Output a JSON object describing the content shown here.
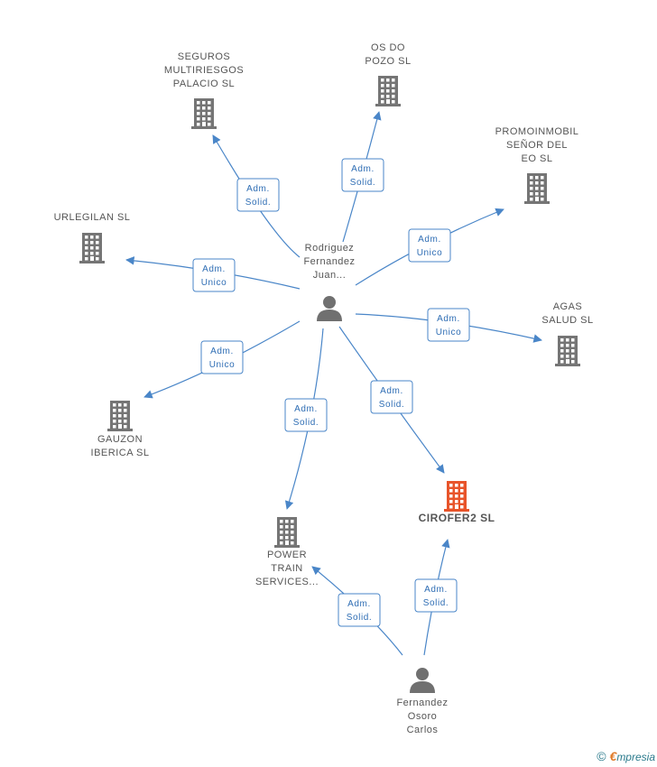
{
  "colors": {
    "edge": "#4a86c8",
    "edge_text": "#2e6db4",
    "building": "#757575",
    "building_highlight": "#e8542a",
    "person": "#707070"
  },
  "nodes": [
    {
      "id": "rodriguez",
      "kind": "person",
      "icon": "person-icon",
      "lines": [
        "Rodriguez",
        "Fernandez",
        "Juan..."
      ]
    },
    {
      "id": "fernandez",
      "kind": "person",
      "icon": "person-icon",
      "lines": [
        "Fernandez",
        "Osoro",
        "Carlos"
      ]
    },
    {
      "id": "seguros",
      "kind": "company",
      "icon": "building-icon",
      "lines": [
        "SEGUROS",
        "MULTIRIESGOS",
        "PALACIO SL"
      ]
    },
    {
      "id": "osdo",
      "kind": "company",
      "icon": "building-icon",
      "lines": [
        "OS DO",
        "POZO SL"
      ]
    },
    {
      "id": "promoinmobil",
      "kind": "company",
      "icon": "building-icon",
      "lines": [
        "PROMOINMOBIL",
        "SEÑOR DEL",
        "EO SL"
      ]
    },
    {
      "id": "urlegilan",
      "kind": "company",
      "icon": "building-icon",
      "lines": [
        "URLEGILAN SL"
      ]
    },
    {
      "id": "agas",
      "kind": "company",
      "icon": "building-icon",
      "lines": [
        "AGAS",
        "SALUD  SL"
      ]
    },
    {
      "id": "gauzon",
      "kind": "company",
      "icon": "building-icon",
      "lines": [
        "GAUZON",
        "IBERICA SL"
      ]
    },
    {
      "id": "cirofer2",
      "kind": "company",
      "icon": "building-icon",
      "highlight": true,
      "lines": [
        "CIROFER2  SL"
      ]
    },
    {
      "id": "powertrain",
      "kind": "company",
      "icon": "building-icon",
      "lines": [
        "POWER",
        "TRAIN",
        "SERVICES..."
      ]
    }
  ],
  "edges": [
    {
      "from": "rodriguez",
      "to": "seguros",
      "label": [
        "Adm.",
        "Solid."
      ]
    },
    {
      "from": "rodriguez",
      "to": "osdo",
      "label": [
        "Adm.",
        "Solid."
      ]
    },
    {
      "from": "rodriguez",
      "to": "promoinmobil",
      "label": [
        "Adm.",
        "Unico"
      ]
    },
    {
      "from": "rodriguez",
      "to": "urlegilan",
      "label": [
        "Adm.",
        "Unico"
      ]
    },
    {
      "from": "rodriguez",
      "to": "agas",
      "label": [
        "Adm.",
        "Unico"
      ]
    },
    {
      "from": "rodriguez",
      "to": "gauzon",
      "label": [
        "Adm.",
        "Unico"
      ]
    },
    {
      "from": "rodriguez",
      "to": "cirofer2",
      "label": [
        "Adm.",
        "Solid."
      ]
    },
    {
      "from": "rodriguez",
      "to": "powertrain",
      "label": [
        "Adm.",
        "Solid."
      ]
    },
    {
      "from": "fernandez",
      "to": "powertrain",
      "label": [
        "Adm.",
        "Solid."
      ]
    },
    {
      "from": "fernandez",
      "to": "cirofer2",
      "label": [
        "Adm.",
        "Solid."
      ]
    }
  ],
  "footer": {
    "copyright": "©",
    "brand_initial": "€",
    "brand_rest": "mpresia"
  }
}
